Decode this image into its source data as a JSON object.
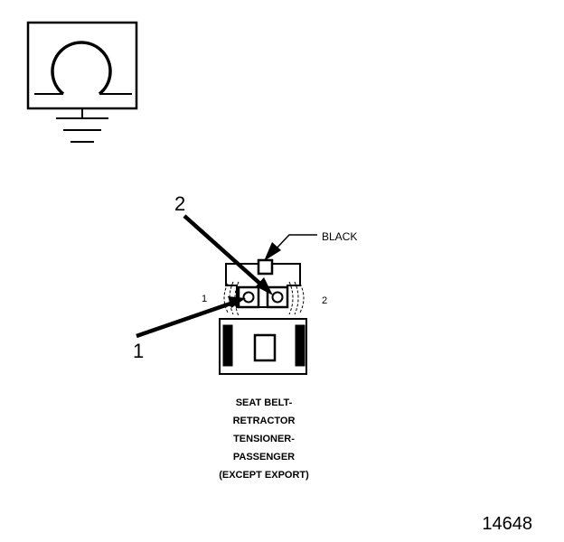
{
  "symbol": {
    "icon": "ohmmeter-ground-symbol-icon"
  },
  "connector": {
    "color_label": "BLACK",
    "cavity_labels": [
      "1",
      "2"
    ]
  },
  "callouts": [
    "1",
    "2"
  ],
  "caption": {
    "lines": [
      "SEAT BELT-",
      "RETRACTOR",
      "TENSIONER-",
      "PASSENGER",
      "(EXCEPT EXPORT)"
    ]
  },
  "figure_number": "14648"
}
